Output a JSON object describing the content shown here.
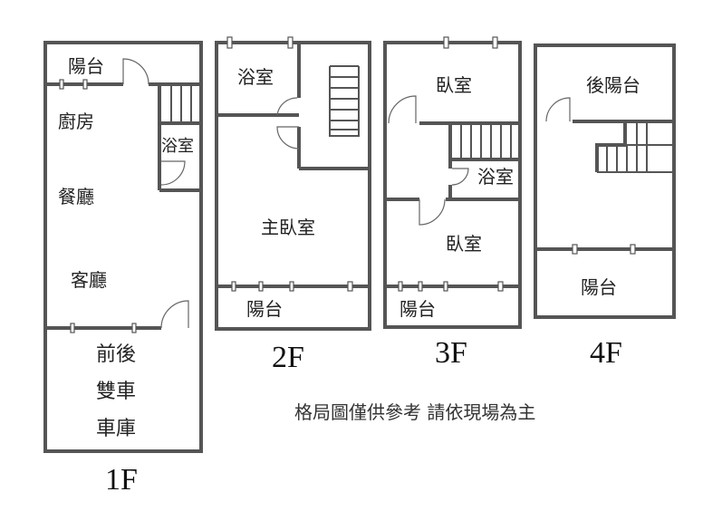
{
  "colors": {
    "wall": "#555555",
    "text": "#222222",
    "background": "#ffffff"
  },
  "floors": {
    "f1": {
      "label": "1F",
      "rooms": {
        "balcony": "陽台",
        "kitchen": "廚房",
        "bathroom": "浴室",
        "dining": "餐廳",
        "living": "客廳",
        "garage_1": "前後",
        "garage_2": "雙車",
        "garage_3": "車庫"
      }
    },
    "f2": {
      "label": "2F",
      "rooms": {
        "bathroom": "浴室",
        "master_bedroom": "主臥室",
        "balcony": "陽台"
      }
    },
    "f3": {
      "label": "3F",
      "rooms": {
        "bedroom_rear": "臥室",
        "bathroom": "浴室",
        "bedroom_front": "臥室",
        "balcony": "陽台"
      }
    },
    "f4": {
      "label": "4F",
      "rooms": {
        "rear_balcony": "後陽台",
        "balcony": "陽台"
      }
    }
  },
  "note": "格局圖僅供參考 請依現場為主"
}
